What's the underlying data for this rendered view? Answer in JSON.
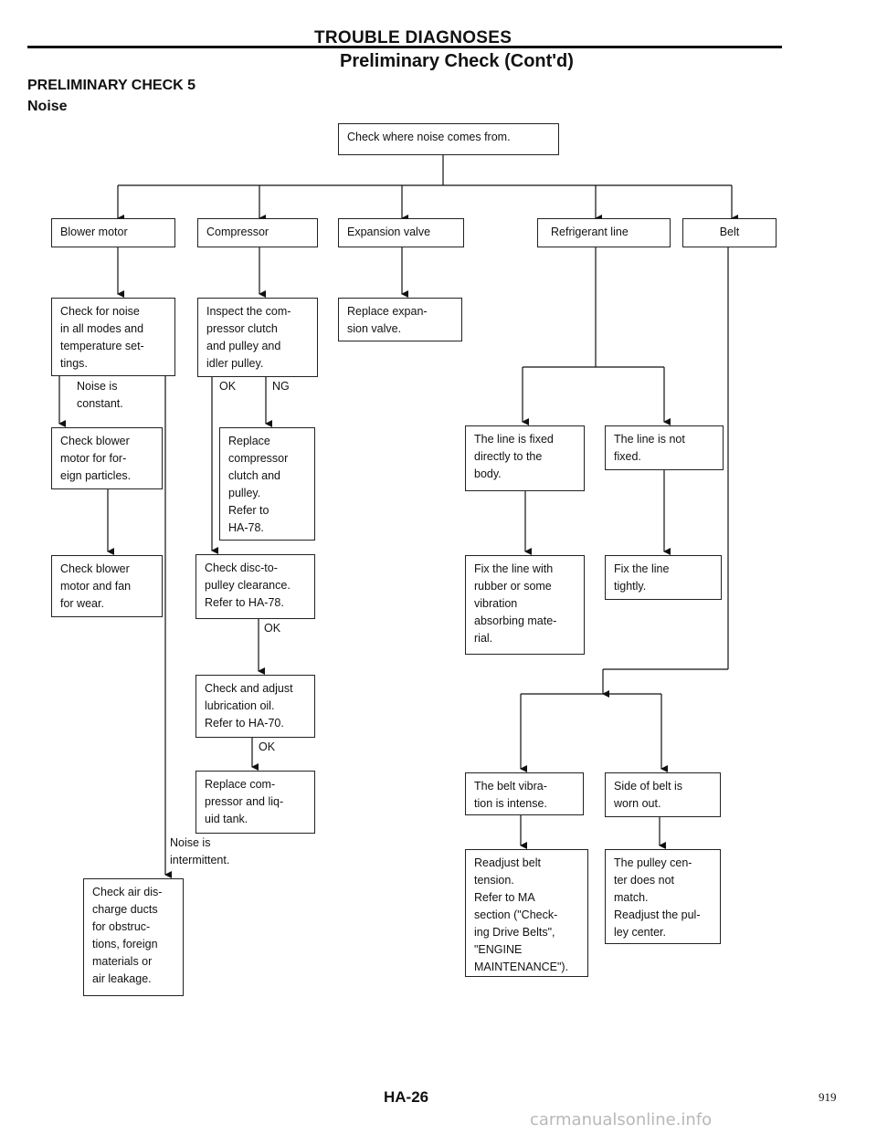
{
  "header": {
    "title": "TROUBLE DIAGNOSES",
    "subtitle": "Preliminary Check (Cont'd)"
  },
  "section": {
    "title": "PRELIMINARY CHECK 5",
    "subtitle": "Noise"
  },
  "nodes": {
    "start": "Check where noise comes from.",
    "blower_motor": "Blower motor",
    "compressor": "Compressor",
    "expansion_valve": "Expansion valve",
    "refrigerant_line": "Refrigerant line",
    "belt": "Belt",
    "check_noise_modes": "Check for noise\nin all modes and\ntemperature set-\ntings.",
    "inspect_clutch": "Inspect the com-\npressor clutch\nand pulley and\nidler pulley.",
    "replace_expansion": "Replace expan-\nsion valve.",
    "check_blower_foreign": "Check blower\nmotor for for-\neign particles.",
    "replace_compressor_clutch": "Replace\ncompressor\nclutch and\npulley.\nRefer to\nHA-78.",
    "line_fixed": "The line is fixed\ndirectly to the\nbody.",
    "line_not_fixed": "The line is not\nfixed.",
    "check_blower_wear": "Check blower\nmotor and fan\nfor wear.",
    "check_disc_pulley": "Check disc-to-\npulley clearance.\nRefer to HA-78.",
    "fix_line_rubber": "Fix the line with\nrubber or some\nvibration\nabsorbing mate-\nrial.",
    "fix_line_tightly": "Fix the line\ntightly.",
    "check_adjust_oil": "Check and adjust\nlubrication oil.\nRefer to HA-70.",
    "replace_compressor_tank": "Replace com-\npressor and liq-\nuid tank.",
    "belt_vibration": "The belt vibra-\ntion is intense.",
    "belt_worn": "Side of belt is\nworn out.",
    "readjust_belt": "Readjust belt\ntension.\nRefer to MA\nsection (\"Check-\ning Drive Belts\",\n\"ENGINE\nMAINTENANCE\").",
    "pulley_center": "The pulley cen-\nter does not\nmatch.\nReadjust the pul-\nley center.",
    "check_air_ducts": "Check air dis-\ncharge ducts\nfor obstruc-\ntions, foreign\nmaterials or\nair leakage."
  },
  "labels": {
    "noise_constant": "Noise is\nconstant.",
    "noise_intermittent": "Noise is\nintermittent.",
    "ok_1": "OK",
    "ng_1": "NG",
    "ok_2": "OK",
    "ok_3": "OK"
  },
  "footer": {
    "page_code": "HA-26",
    "page_number": "919",
    "watermark": "carmanualsonline.info"
  }
}
